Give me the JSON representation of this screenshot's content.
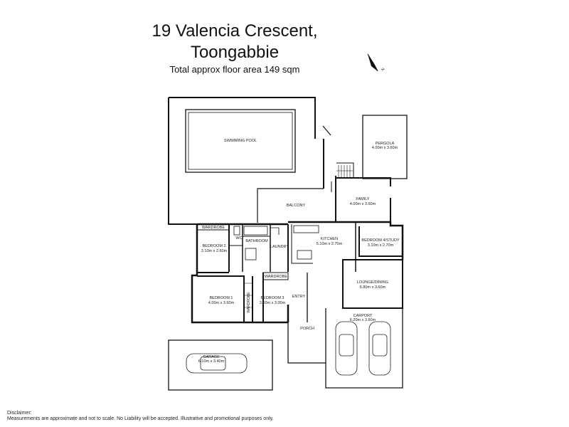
{
  "title": {
    "line1": "19 Valencia Crescent,",
    "line2": "Toongabbie",
    "line3": "Total approx floor area 149 sqm"
  },
  "compass": {
    "icon": "north-arrow-icon",
    "letter": "N"
  },
  "rooms": {
    "pool": "SWIMMING POOL",
    "pergola": "PERGOLA",
    "pergola_dim": "4.00m x 3.60m",
    "balcony": "BALCONY",
    "family": "FAMILY",
    "family_dim": "4.00m x 3.60m",
    "wardrobe_top": "WARDROBE",
    "bedroom2": "BEDROOM 2",
    "bedroom2_dim": "3.10m x 2.60m",
    "wc": "WC",
    "bathroom": "BATHROOM",
    "laundry": "LAUNDRY",
    "kitchen": "KITCHEN",
    "kitchen_dim": "5.10m x 2.70m",
    "bedroom4": "BEDROOM 4/STUDY",
    "bedroom4_dim": "3.10m x 2.70m",
    "wardrobe_mid": "WARDROBE",
    "lounge": "LOUNGE/DINING",
    "lounge_dim": "6.80m x 3.60m",
    "bedroom1": "BEDROOM 1",
    "bedroom1_dim": "4.00m x 3.60m",
    "wardrobe_vert": "WARDROBE",
    "bedroom3": "BEDROOM 3",
    "bedroom3_dim": "3.60m x 3.00m",
    "entry": "ENTRY",
    "carport": "CARPORT",
    "carport_dim": "6.20m x 3.60m",
    "porch": "PORCH",
    "garage": "GARAGE",
    "garage_dim": "6.10m x 3.40m"
  },
  "disclaimer": {
    "heading": "Disclaimer:",
    "text": "Measurements are approximate and not to scale. No Liability will be accepted. Illustrative and promotional purposes only."
  }
}
